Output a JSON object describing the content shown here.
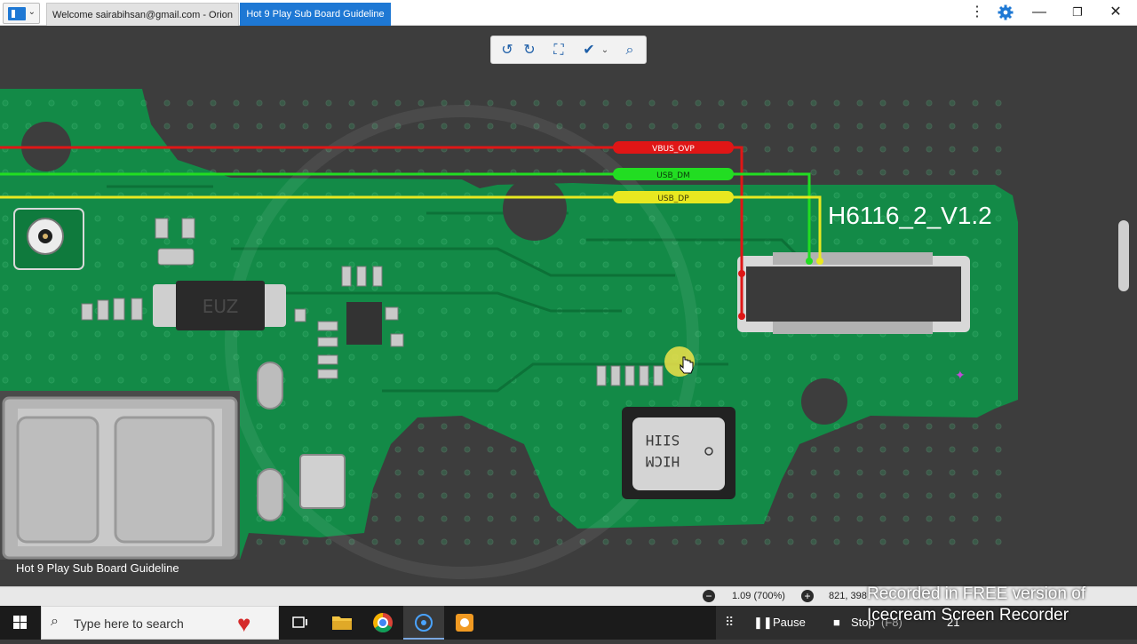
{
  "window": {
    "tabs": [
      {
        "label": "Welcome sairabihsan@gmail.com - Orion"
      },
      {
        "label": "Hot 9 Play Sub Board Guideline"
      }
    ]
  },
  "board": {
    "caption": "Hot 9 Play Sub Board Guideline",
    "board_label": "H6116_2_V1.2",
    "signals": [
      {
        "label": "VBUS_OVP",
        "color": "#e01616"
      },
      {
        "label": "USB_DM",
        "color": "#22dd22"
      },
      {
        "label": "USB_DP",
        "color": "#e8e820"
      }
    ],
    "chip_text": {
      "line1": "SIIH",
      "line2": "HICM"
    },
    "ic_marking": "EUZ"
  },
  "statusbar": {
    "zoom": "1.09 (700%)",
    "coords": "821, 398"
  },
  "taskbar": {
    "search_placeholder": "Type here to search",
    "pause_label": "Pause",
    "stop_label": "Stop",
    "stop_hotkey": "(F8)",
    "time": "21"
  },
  "watermark": {
    "line1": "Recorded in FREE version of",
    "line2": "Icecream  Screen  Recorder"
  },
  "colors": {
    "accent": "#1e78d4",
    "pcb": "#138a47",
    "background": "#3d3d3d"
  }
}
